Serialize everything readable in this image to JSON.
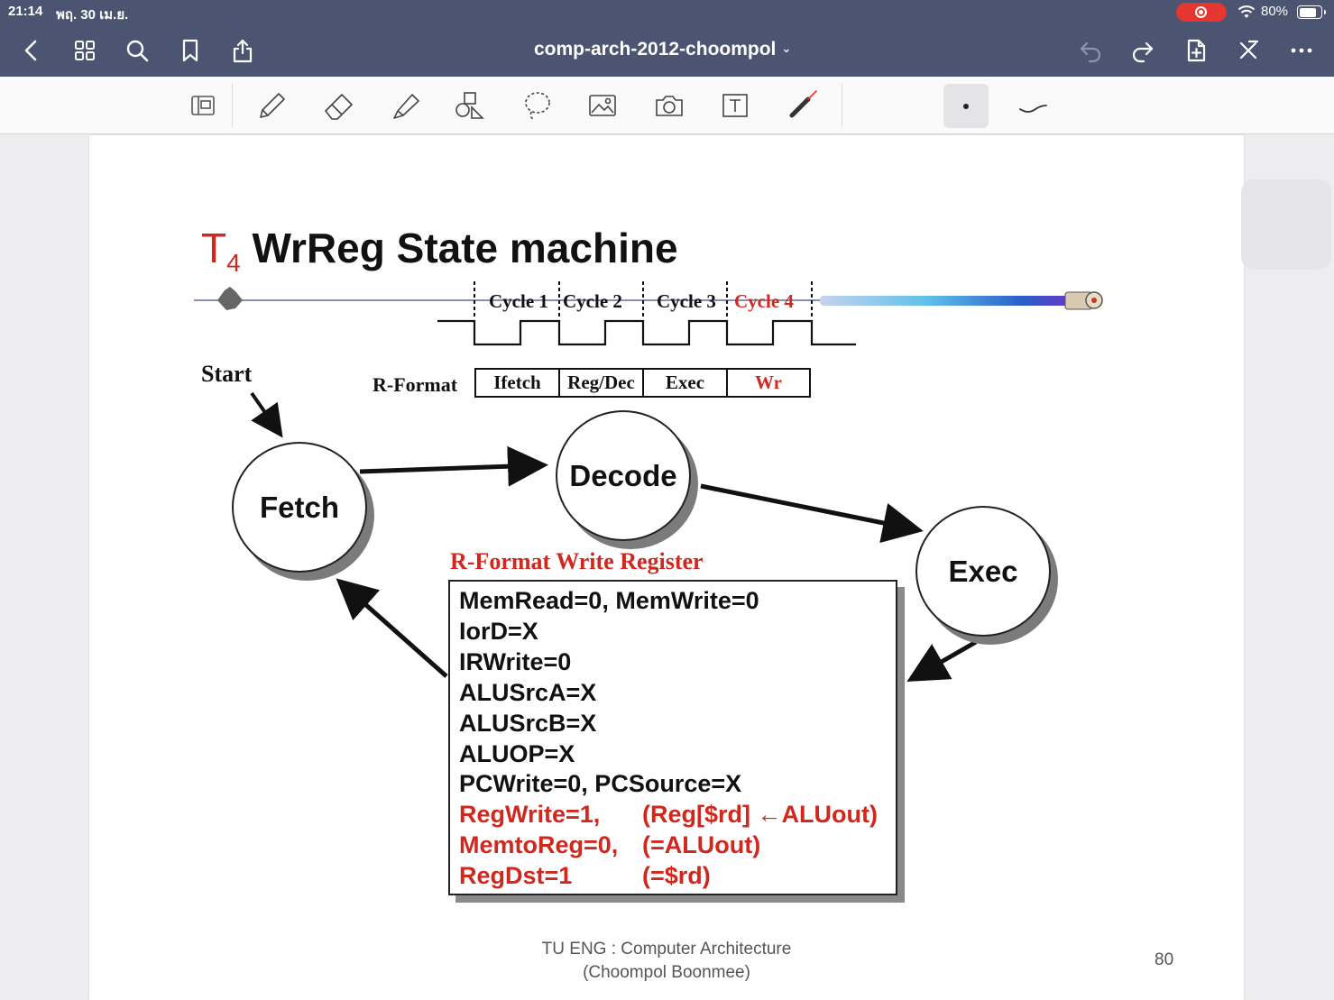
{
  "status_bar": {
    "time": "21:14",
    "date": "พฤ. 30 เม.ย.",
    "battery": "80%"
  },
  "nav": {
    "title": "comp-arch-2012-choompol"
  },
  "toolbar": {
    "tools": [
      "page-layout-icon",
      "pen-icon",
      "eraser-icon",
      "highlighter-icon",
      "shapes-icon",
      "lasso-icon",
      "image-icon",
      "camera-icon",
      "text-tool-icon",
      "laser-pointer-icon"
    ],
    "selected_tool": "dot-size"
  },
  "slide": {
    "title_prefix": "T",
    "title_sub": "4",
    "title": "WrReg State machine",
    "cycles": [
      "Cycle 1",
      "Cycle 2",
      "Cycle 3",
      "Cycle 4"
    ],
    "start_label": "Start",
    "rformat_label": "R-Format",
    "stages": [
      "Ifetch",
      "Reg/Dec",
      "Exec",
      "Wr"
    ],
    "states": {
      "fetch": "Fetch",
      "decode": "Decode",
      "exec": "Exec"
    },
    "box_title": "R-Format Write Register",
    "lines": [
      "MemRead=0, MemWrite=0",
      "IorD=X",
      "IRWrite=0",
      "ALUSrcA=X",
      "ALUSrcB=X",
      "ALUOP=X",
      "PCWrite=0, PCSource=X"
    ],
    "red_lines": [
      {
        "a": "RegWrite=1,",
        "b": "(Reg[$rd] ←ALUout)"
      },
      {
        "a": "MemtoReg=0,",
        "b": "(=ALUout)"
      },
      {
        "a": "RegDst=1",
        "b": "(=$rd)"
      }
    ],
    "footer_line1": "TU ENG : Computer Architecture",
    "footer_line2": "(Choompol Boonmee)",
    "page_number": "80",
    "accent_color": "#d0281e"
  }
}
